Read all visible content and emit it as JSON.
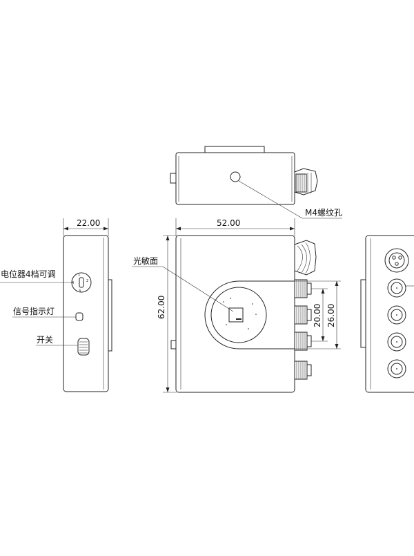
{
  "dimensions": {
    "side_width": "22.00",
    "front_width": "52.00",
    "front_height": "62.00",
    "connector_pitch": "20.00",
    "connector_span": "26.00"
  },
  "labels": {
    "top_hole": "M4螺纹孔",
    "sensor_face": "光敏面",
    "potentiometer": "电位器4档可调",
    "signal_led": "信号指示灯",
    "switch": "开关"
  },
  "dial_marks": [
    "1",
    "2",
    "3",
    "4"
  ],
  "colors": {
    "line": "#222222",
    "background": "#ffffff"
  }
}
